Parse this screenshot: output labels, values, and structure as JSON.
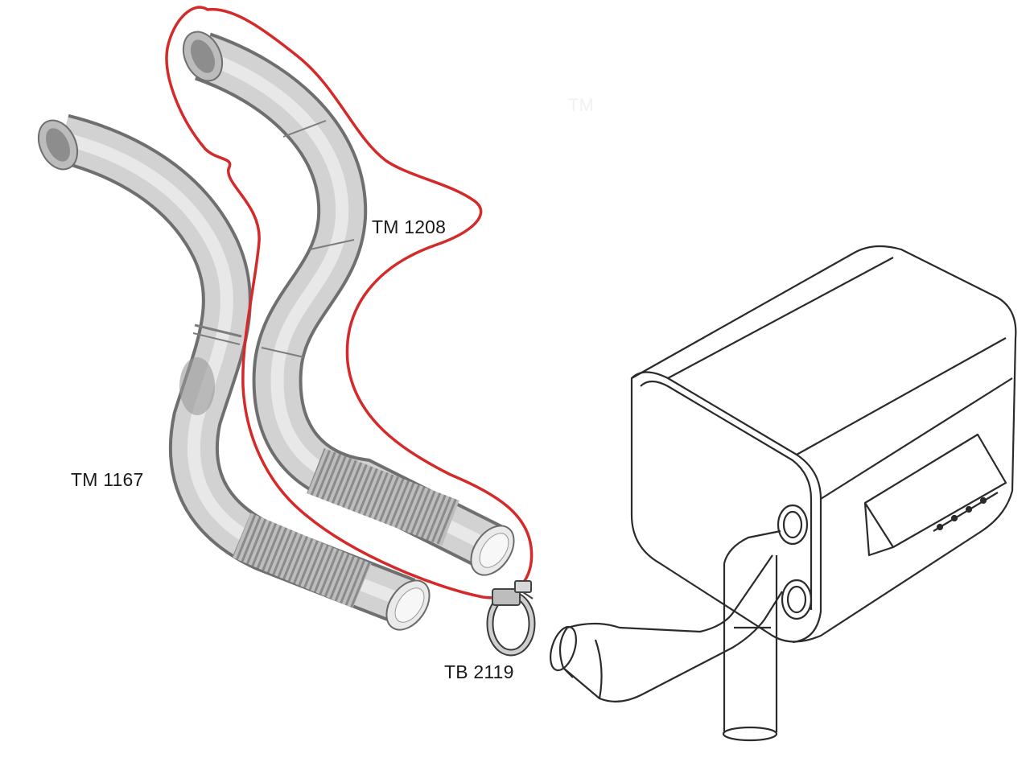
{
  "diagram": {
    "watermark": "TM",
    "parts": [
      {
        "id": "pipe_a",
        "label": "TM 1208",
        "highlighted": true
      },
      {
        "id": "pipe_b",
        "label": "TM 1167",
        "highlighted": false
      },
      {
        "id": "clamp",
        "label": "TB 2119",
        "highlighted": false
      }
    ],
    "colors": {
      "highlight": "#d42a2a",
      "pipe": "#c9c9c9",
      "line": "#2b2b2b"
    }
  }
}
